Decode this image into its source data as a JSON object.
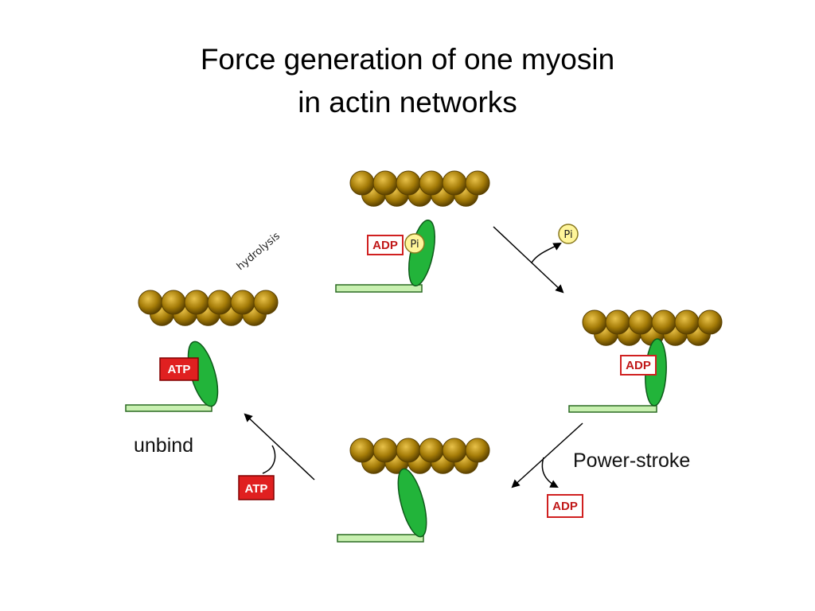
{
  "title": {
    "line1": "Force generation of one myosin",
    "line2": "in actin networks"
  },
  "labels": {
    "hydrolysis": "hydrolysis",
    "unbind": "unbind",
    "power_stroke": "Power-stroke"
  },
  "molecules": {
    "adp": "ADP",
    "atp": "ATP",
    "pi": "Pi"
  },
  "colors": {
    "actin": "#a07a08",
    "actin_dark": "#5c4200",
    "myosin": "#22b43a",
    "myosin_dark": "#0e5a1a",
    "rod": "#c8f0b0",
    "atp_fill": "#e02020",
    "pi_fill": "#fff59a"
  }
}
